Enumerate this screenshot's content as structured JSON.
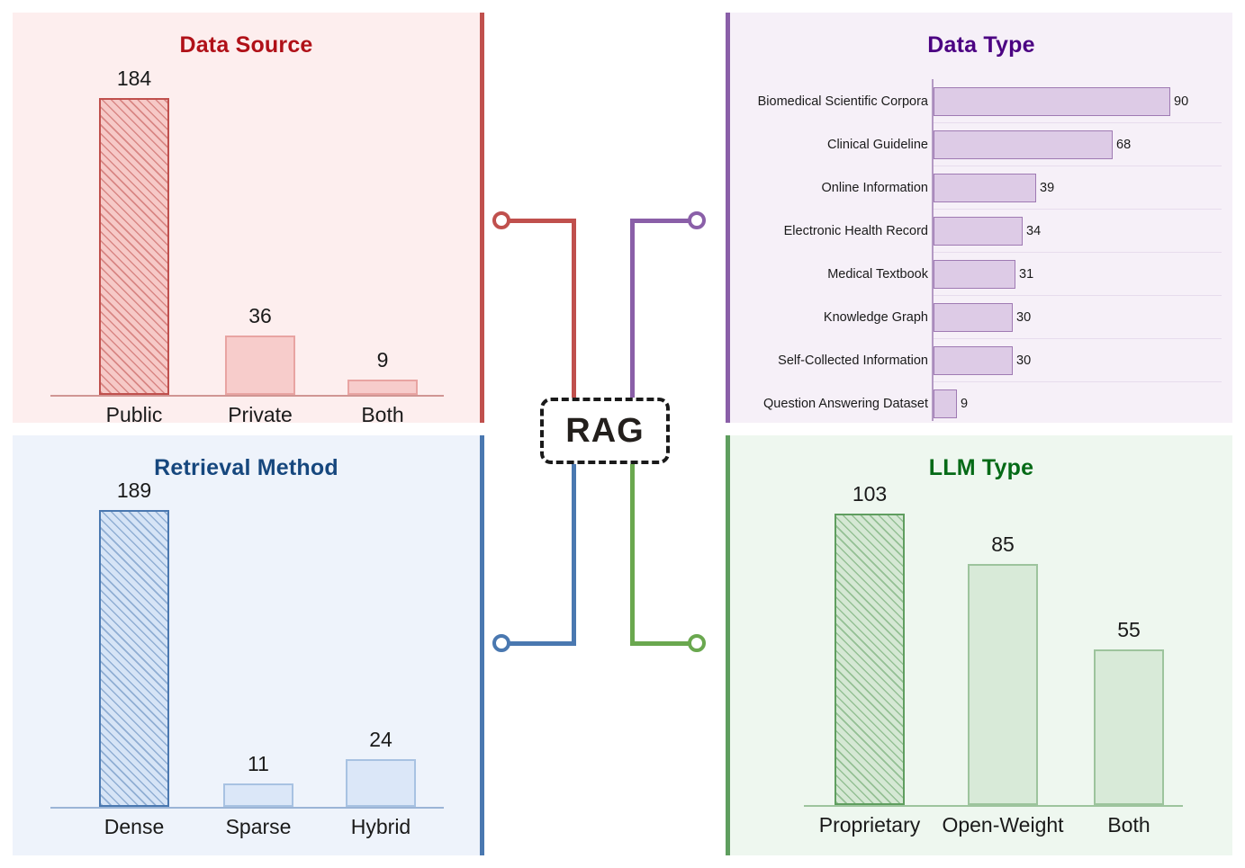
{
  "hub": {
    "label": "RAG"
  },
  "colors": {
    "data_source": "#b01118",
    "data_type": "#4b0082",
    "retrieval": "#16477e",
    "llm": "#046a16",
    "connector_red": "#c0504d",
    "connector_purple": "#8a5fa8",
    "connector_blue": "#4a78b0",
    "connector_green": "#6aa84f"
  },
  "panels": {
    "data_source": {
      "title": "Data Source"
    },
    "data_type": {
      "title": "Data Type"
    },
    "retrieval": {
      "title": "Retrieval Method"
    },
    "llm": {
      "title": "LLM Type"
    }
  },
  "chart_data": [
    {
      "id": "data-source",
      "type": "bar",
      "title": "Data Source",
      "xlabel": "",
      "ylabel": "",
      "orientation": "vertical",
      "grid": false,
      "legend": false,
      "ylim": [
        0,
        184
      ],
      "categories": [
        "Public",
        "Private",
        "Both"
      ],
      "values": [
        184,
        36,
        9
      ],
      "labels": [
        "184",
        "36",
        "9"
      ],
      "highlight_index": 0
    },
    {
      "id": "data-type",
      "type": "bar",
      "title": "Data Type",
      "xlabel": "",
      "ylabel": "",
      "orientation": "horizontal",
      "grid": true,
      "legend": false,
      "xlim": [
        0,
        90
      ],
      "categories": [
        "Biomedical Scientific Corpora",
        "Clinical Guideline",
        "Online Information",
        "Electronic Health Record",
        "Medical Textbook",
        "Knowledge Graph",
        "Self-Collected Information",
        "Question Answering Dataset"
      ],
      "values": [
        90,
        68,
        39,
        34,
        31,
        30,
        30,
        9
      ],
      "labels": [
        "90",
        "68",
        "39",
        "34",
        "31",
        "30",
        "30",
        "9"
      ]
    },
    {
      "id": "retrieval-method",
      "type": "bar",
      "title": "Retrieval Method",
      "xlabel": "",
      "ylabel": "",
      "orientation": "vertical",
      "grid": false,
      "legend": false,
      "ylim": [
        0,
        189
      ],
      "categories": [
        "Dense",
        "Sparse",
        "Hybrid"
      ],
      "values": [
        189,
        11,
        24
      ],
      "labels": [
        "189",
        "11",
        "24"
      ],
      "highlight_index": 0
    },
    {
      "id": "llm-type",
      "type": "bar",
      "title": "LLM Type",
      "xlabel": "",
      "ylabel": "",
      "orientation": "vertical",
      "grid": false,
      "legend": false,
      "ylim": [
        0,
        103
      ],
      "categories": [
        "Proprietary",
        "Open-Weight",
        "Both"
      ],
      "values": [
        103,
        85,
        55
      ],
      "labels": [
        "103",
        "85",
        "55"
      ],
      "highlight_index": 0
    }
  ]
}
